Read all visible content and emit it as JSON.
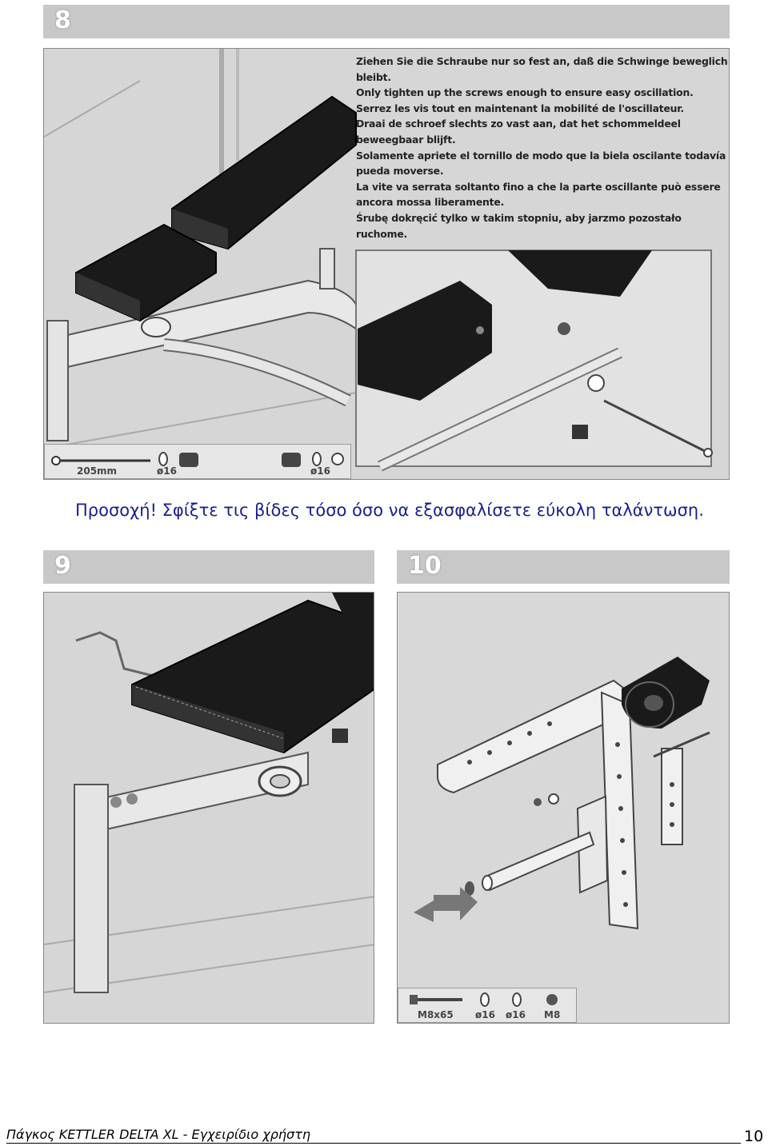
{
  "steps": [
    {
      "number": "8"
    },
    {
      "number": "9"
    },
    {
      "number": "10"
    }
  ],
  "step8": {
    "instructions": [
      "Ziehen Sie die Schraube nur so fest an, daß die Schwinge beweglich bleibt.",
      "Only tighten up the screws enough to ensure easy oscillation.",
      "Serrez les vis tout en maintenant la mobilité de l'oscillateur.",
      "Draai de schroef slechts zo vast aan, dat het schommeldeel beweegbaar blijft.",
      "Solamente apriete el tornillo de modo que la biela oscilante todavía pueda moverse.",
      "La vite va serrata soltanto fino a che la parte oscillante può essere ancora mossa liberamente.",
      "Śrubę dokręcić tylko w takim stopniu, aby jarzmo pozostało ruchome."
    ],
    "parts": [
      "205mm",
      "ø16",
      "ø16"
    ]
  },
  "step10": {
    "parts": [
      "M8x65",
      "ø16",
      "ø16",
      "M8"
    ]
  },
  "caption": "Προσοχή! Σφίξτε τις βίδες τόσο όσο να εξασφαλίσετε εύκολη ταλάντωση.",
  "footer": {
    "title": "Πάγκος KETTLER DELTA XL  - Εγχειρίδιο χρήστη",
    "page": "10"
  }
}
